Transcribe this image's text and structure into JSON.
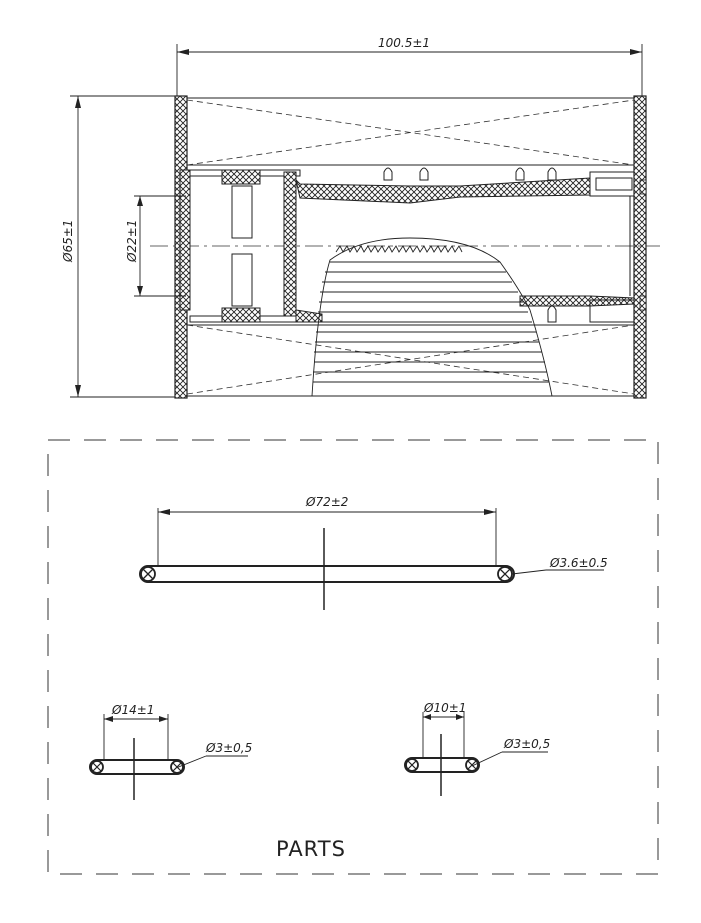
{
  "main_drawing": {
    "overall_length": "100.5±1",
    "outer_diameter": "Ø65±1",
    "bore_diameter": "Ø22±1"
  },
  "parts_panel": {
    "title": "PARTS",
    "large_ring": {
      "inner_diameter": "Ø72±2",
      "cross_section": "Ø3.6±0.5"
    },
    "small_ring_left": {
      "inner_diameter": "Ø14±1",
      "cross_section": "Ø3±0,5"
    },
    "small_ring_right": {
      "inner_diameter": "Ø10±1",
      "cross_section": "Ø3±0,5"
    }
  }
}
